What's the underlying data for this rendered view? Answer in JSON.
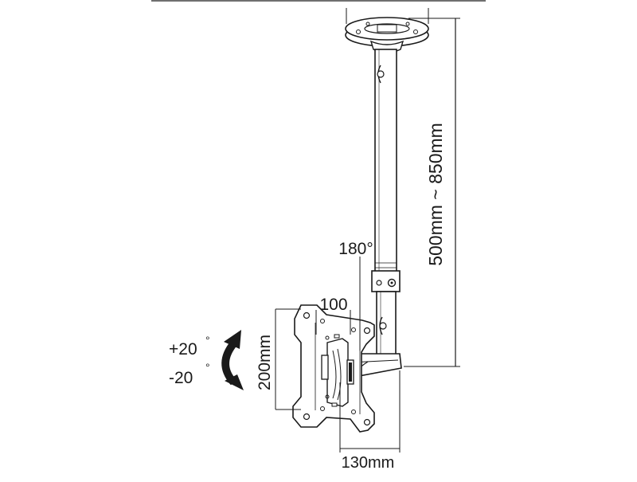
{
  "diagram": {
    "height_range_label": "500mm ~ 850mm",
    "swivel_label": "180°",
    "vesa_horizontal_label": "100",
    "vesa_vertical_label": "200mm",
    "tilt_up_label": "+20",
    "tilt_down_label": "-20",
    "degree_symbol": "°",
    "width_label": "130mm"
  },
  "colors": {
    "line": "#1a1a1a",
    "background": "#ffffff"
  }
}
